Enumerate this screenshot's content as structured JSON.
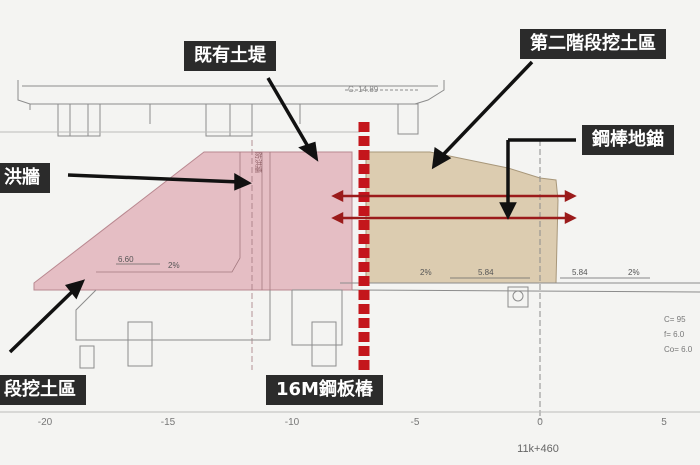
{
  "labels": {
    "existing_embankment": "既有土堤",
    "stage2_excavation": "第二階段挖土區",
    "steel_anchor": "鋼棒地錨",
    "flood_wall": "洪牆",
    "stage1_excavation": "段挖土區",
    "sheet_pile": "16M鋼板樁"
  },
  "drawing_text": {
    "elevation": "C. 14.89",
    "dim_left": "6.60",
    "slope_left": "2%",
    "slope_mid": "2%",
    "dim_mid": "5.84",
    "dim_right": "5.84",
    "slope_right": "2%",
    "legend_c": "C= 95",
    "legend_f": "f= 6.0",
    "legend_co": "Co= 6.0",
    "wall_mark": "防洪牆",
    "station": "11k+460"
  },
  "axis_ticks": [
    "-20",
    "-15",
    "-10",
    "-5",
    "0",
    "5"
  ],
  "colors": {
    "embankment_fill": "#e2b4bc",
    "excavation_fill": "#d9c8a8",
    "sheet_pile": "#c4161c",
    "anchor": "#9b1b1b",
    "callout_bg": "#2b2b2b",
    "line": "#8c8c8c"
  }
}
